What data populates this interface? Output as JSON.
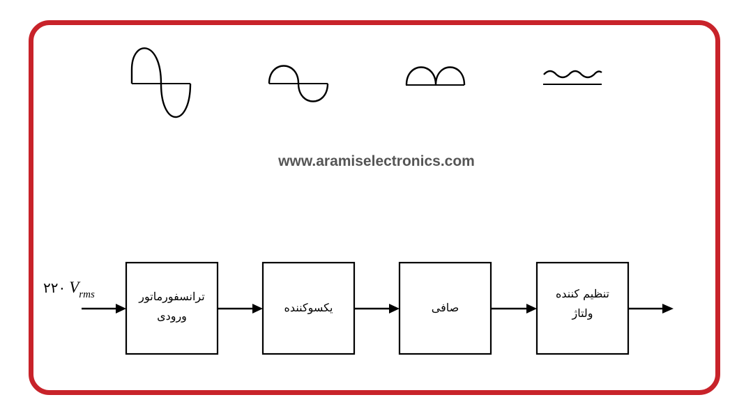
{
  "watermark": "www.aramiselectronics.com",
  "input": {
    "value": "۲۲۰",
    "symbol": "V",
    "subscript": "rms"
  },
  "blocks": [
    {
      "line1": "ترانسفورماتور",
      "line2": "ورودی"
    },
    {
      "line1": "یکسوکننده",
      "line2": ""
    },
    {
      "line1": "صافی",
      "line2": ""
    },
    {
      "line1": "تنظیم کننده",
      "line2": "ولتاژ"
    }
  ],
  "waveforms": [
    "sine-wave-large-icon",
    "sine-wave-small-icon",
    "full-wave-rectified-icon",
    "ripple-dc-icon"
  ],
  "colors": {
    "frame": "#c8232a",
    "watermark": "#555555"
  }
}
